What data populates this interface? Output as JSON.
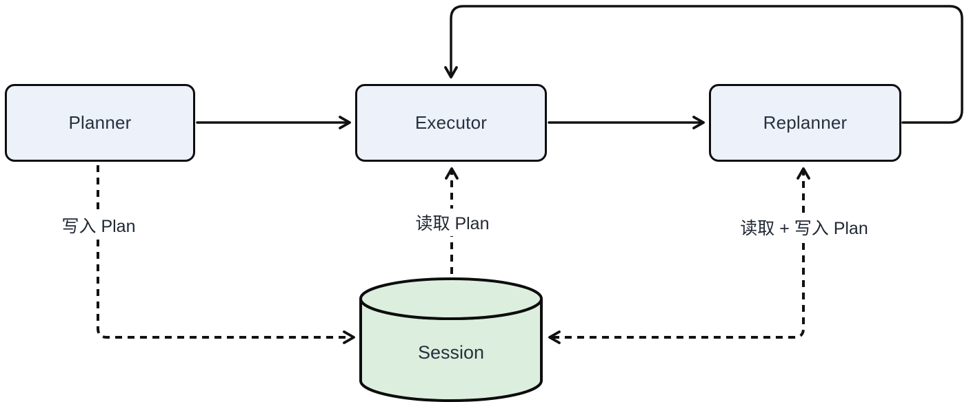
{
  "diagram": {
    "type": "flowchart",
    "nodes": {
      "planner": {
        "label": "Planner",
        "shape": "rounded-rect",
        "fill": "#ECF1FA"
      },
      "executor": {
        "label": "Executor",
        "shape": "rounded-rect",
        "fill": "#ECF1FA"
      },
      "replanner": {
        "label": "Replanner",
        "shape": "rounded-rect",
        "fill": "#ECF1FA"
      },
      "session": {
        "label": "Session",
        "shape": "cylinder",
        "fill": "#DCEEDD"
      }
    },
    "edges": [
      {
        "from": "planner",
        "to": "executor",
        "style": "solid",
        "label": ""
      },
      {
        "from": "executor",
        "to": "replanner",
        "style": "solid",
        "label": ""
      },
      {
        "from": "replanner",
        "to": "executor",
        "style": "solid-loop-over-top",
        "label": ""
      },
      {
        "from": "planner",
        "to": "session",
        "style": "dashed",
        "label": "写入 Plan"
      },
      {
        "from": "session",
        "to": "executor",
        "style": "dashed",
        "label": "读取 Plan"
      },
      {
        "from": "session",
        "to": "replanner",
        "style": "dashed-bidirectional",
        "label": "读取 + 写入 Plan"
      }
    ],
    "colors": {
      "background": "#FFFFFF",
      "node_fill": "#ECF1FA",
      "session_fill": "#DCEEDD",
      "border": "#0D0D0D",
      "line": "#111111",
      "node_text": "#28303E",
      "label_text": "#1F2733"
    }
  }
}
